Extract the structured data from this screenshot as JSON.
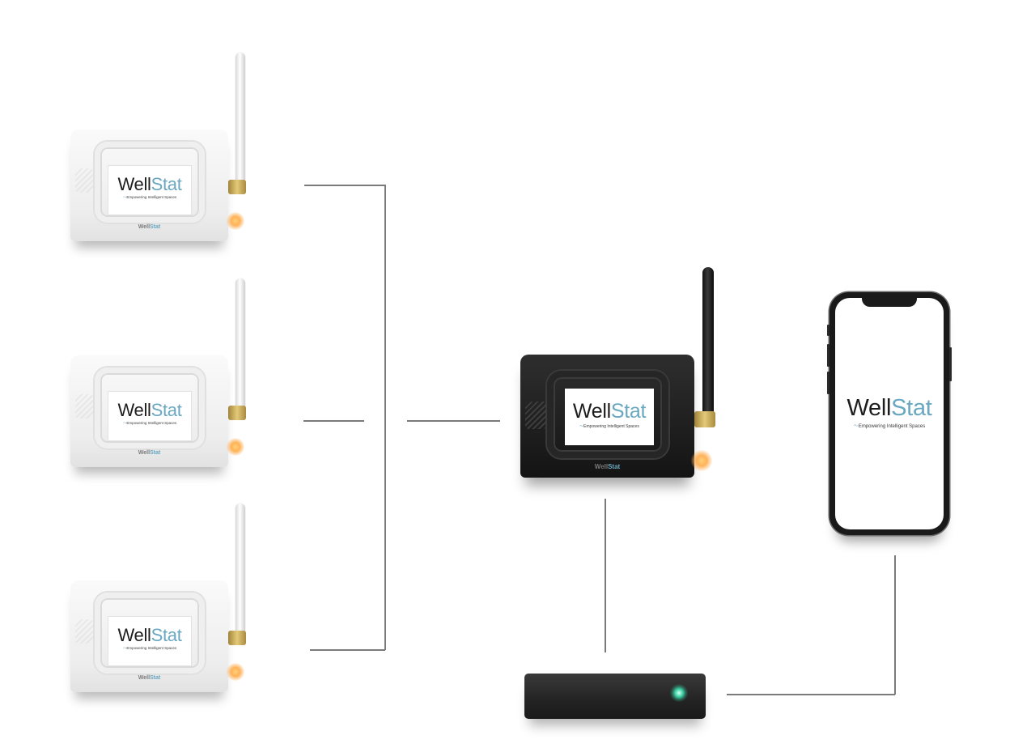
{
  "brand": {
    "name_part1": "Well",
    "name_part2": "Stat",
    "tagline": "Empowering Intelligent Spaces"
  },
  "colors": {
    "brand_dark": "#1d1d1d",
    "brand_accent": "#6aa8c2",
    "line": "#7a7a7a",
    "sensor_led": "#ffb25a",
    "router_led": "#3fd3a6"
  },
  "nodes": {
    "sensors": [
      "sensor-1",
      "sensor-2",
      "sensor-3"
    ],
    "gateway": "gateway",
    "router": "router",
    "phone": "smartphone"
  }
}
